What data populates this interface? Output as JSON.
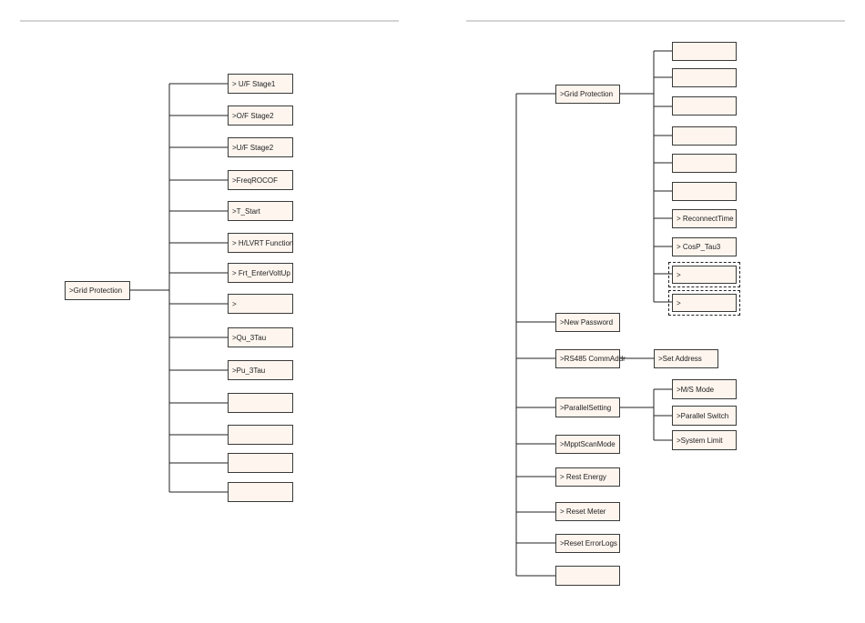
{
  "colors": {
    "node_fill": "#fdf5ee",
    "node_border": "#3a3a3a",
    "line": "#222222",
    "rule": "#d4d4d4"
  },
  "left_tree": {
    "root": ">Grid Protection",
    "children": [
      ">  U/F Stage1",
      ">O/F Stage2",
      ">U/F Stage2",
      ">FreqROCOF",
      ">T_Start",
      ">  H/LVRT Function",
      ">  Frt_EnterVoltUp",
      ">",
      ">Qu_3Tau",
      ">Pu_3Tau",
      "",
      "",
      "",
      ""
    ]
  },
  "right_tree": {
    "items": [
      ">Grid Protection",
      ">New Password",
      ">RS485 CommAddr",
      ">ParallelSetting",
      ">MpptScanMode",
      "> Rest Energy",
      "> Reset Meter",
      ">Reset ErrorLogs",
      ""
    ],
    "grid_protection_children": [
      "",
      "",
      "",
      "",
      "",
      "",
      "> ReconnectTime",
      "> CosP_Tau3",
      ">",
      ">"
    ],
    "rs485_children": [
      ">Set Address"
    ],
    "parallel_children": [
      ">M/S Mode",
      ">Parallel Switch",
      ">System Limit"
    ]
  }
}
